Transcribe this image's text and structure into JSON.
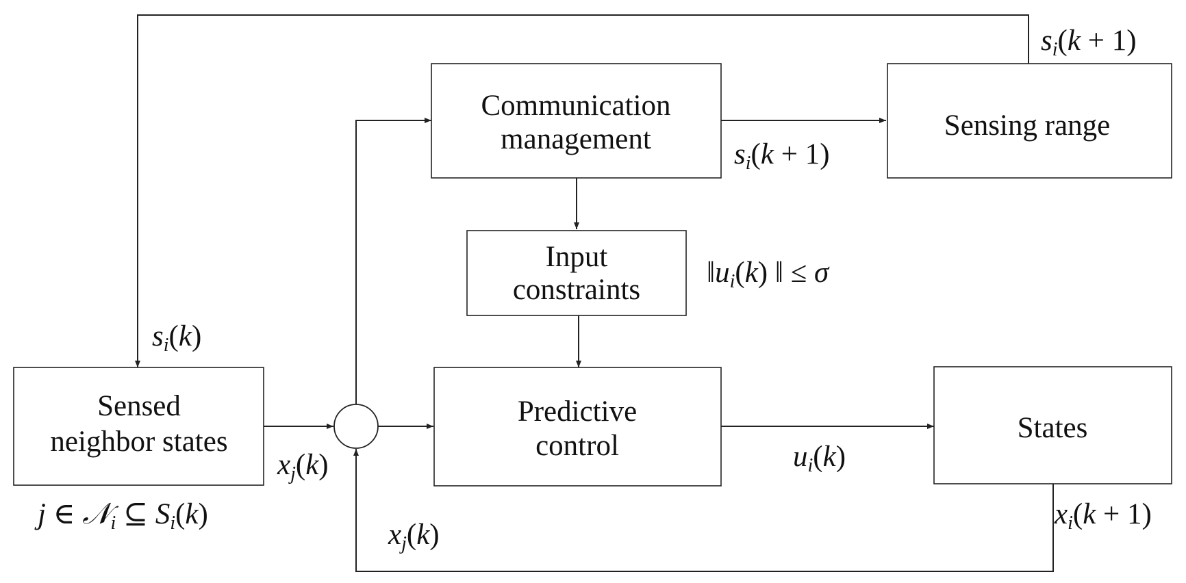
{
  "blocks": {
    "communication": {
      "line1": "Communication",
      "line2": "management"
    },
    "sensing": {
      "label": "Sensing range"
    },
    "input_constraints": {
      "line1": "Input",
      "line2": "constraints"
    },
    "predictive": {
      "line1": "Predictive",
      "line2": "control"
    },
    "sensed": {
      "line1": "Sensed",
      "line2": "neighbor states"
    },
    "states": {
      "label": "States"
    }
  },
  "signals": {
    "s_next_top": {
      "base": "s",
      "sub": "i",
      "arg_open": "(",
      "arg": "k",
      "arg_rest": " + 1)"
    },
    "s_next_mid": {
      "base": "s",
      "sub": "i",
      "arg_open": "(",
      "arg": "k",
      "arg_rest": " + 1)"
    },
    "s_k": {
      "base": "s",
      "sub": "i",
      "arg_open": "(",
      "arg": "k",
      "arg_rest": ")"
    },
    "x_j_left": {
      "base": "x",
      "sub": "j",
      "arg_open": "(",
      "arg": "k",
      "arg_rest": ")"
    },
    "x_j_bottom": {
      "base": "x",
      "sub": "j",
      "arg_open": "(",
      "arg": "k",
      "arg_rest": ")"
    },
    "u_i": {
      "base": "u",
      "sub": "i",
      "arg_open": "(",
      "arg": "k",
      "arg_rest": ")"
    },
    "x_next": {
      "base": "x",
      "sub": "i",
      "arg_open": "(",
      "arg": "k",
      "arg_rest": " + 1)"
    }
  },
  "constraint_text": {
    "norm_open": "‖",
    "base": "u",
    "sub": "i",
    "arg_open": "(",
    "arg": "k",
    "arg_rest": ") ‖ ≤ ",
    "sigma": "σ"
  },
  "neighbor_set_text": {
    "j": "j",
    "in": " ∈ ",
    "N": "𝒩",
    "N_sub": "i",
    "subset": " ⊆ ",
    "S": "S",
    "S_sub": "i",
    "arg_open": "(",
    "arg": "k",
    "arg_rest": ")"
  }
}
